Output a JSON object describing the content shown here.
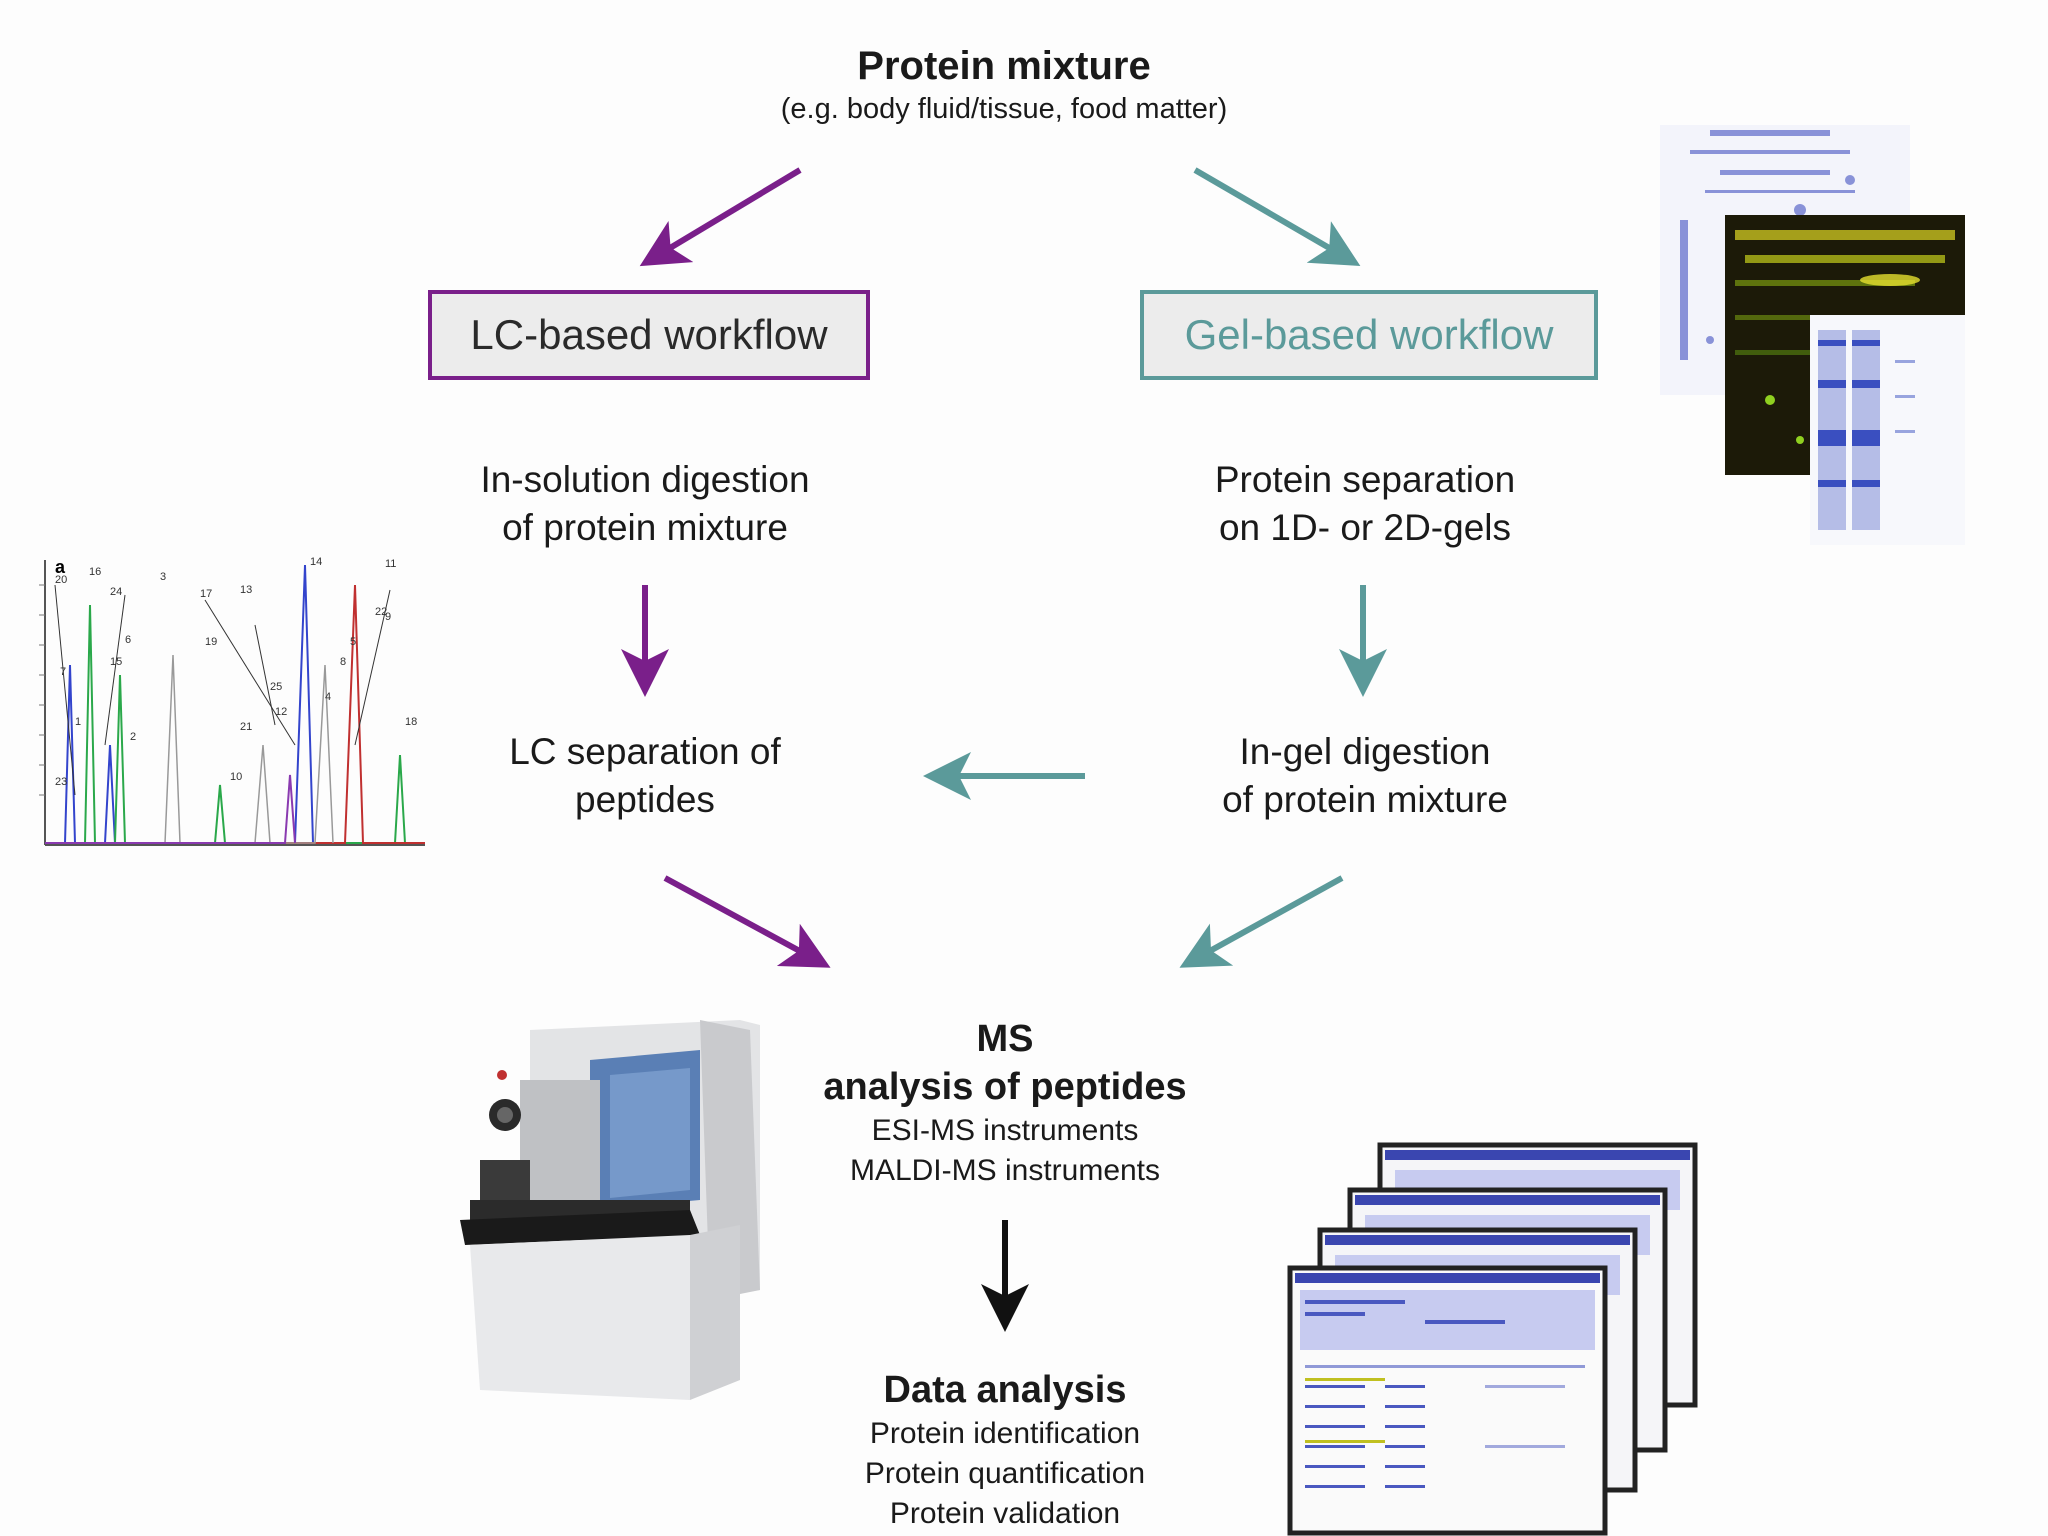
{
  "top": {
    "title": "Protein mixture",
    "subtitle": "(e.g. body fluid/tissue, food matter)"
  },
  "lc": {
    "box_label": "LC-based workflow",
    "step1": [
      "In-solution digestion",
      "of protein mixture"
    ],
    "step2": [
      "LC separation of",
      "peptides"
    ]
  },
  "gel": {
    "box_label": "Gel-based workflow",
    "step1": [
      "Protein separation",
      "on 1D- or 2D-gels"
    ],
    "step2": [
      "In-gel digestion",
      "of protein mixture"
    ]
  },
  "ms": {
    "title": [
      "MS",
      "analysis of peptides"
    ],
    "items": [
      "ESI-MS instruments",
      "MALDI-MS instruments"
    ]
  },
  "data_analysis": {
    "title": "Data analysis",
    "items": [
      "Protein identification",
      "Protein quantification",
      "Protein validation"
    ]
  },
  "chromatogram": {
    "panel_letter": "a",
    "peak_labels": [
      "20",
      "16",
      "24",
      "3",
      "17",
      "13",
      "14",
      "11",
      "22",
      "7",
      "15",
      "6",
      "8",
      "19",
      "12",
      "2",
      "4",
      "1",
      "23",
      "25",
      "5",
      "9",
      "21",
      "10",
      "18"
    ]
  },
  "colors": {
    "lc_purple": "#7a1f8a",
    "gel_teal": "#5b9a9a",
    "black_arrow": "#111111"
  },
  "icons": {
    "gel_images": "gel-electrophoresis-image",
    "chromatogram": "lc-chromatogram-image",
    "ms_instrument": "mass-spectrometer-image",
    "screens": "data-analysis-software-screens"
  }
}
